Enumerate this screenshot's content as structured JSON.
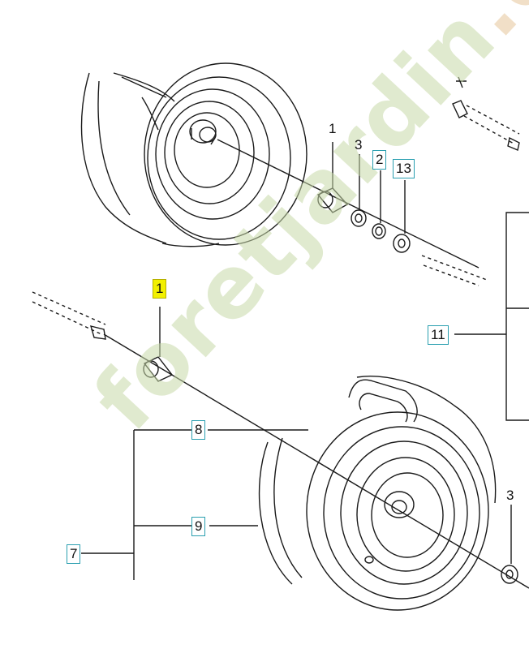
{
  "callouts": {
    "c1_top": "1",
    "c3_top": "3",
    "c2": "2",
    "c13": "13",
    "c1_mid": "1",
    "c11": "11",
    "c8": "8",
    "c9": "9",
    "c7": "7",
    "c3_bot": "3"
  },
  "watermark": {
    "text_pre": "foret",
    "text_dot": "jardin",
    "text_post": ".com"
  },
  "colors": {
    "line": "#1a1a1a",
    "callout_border": "#2a9fb0",
    "highlight": "#f2f000",
    "watermark_green": "#c8d9a8",
    "watermark_orange": "#e6c69a"
  }
}
